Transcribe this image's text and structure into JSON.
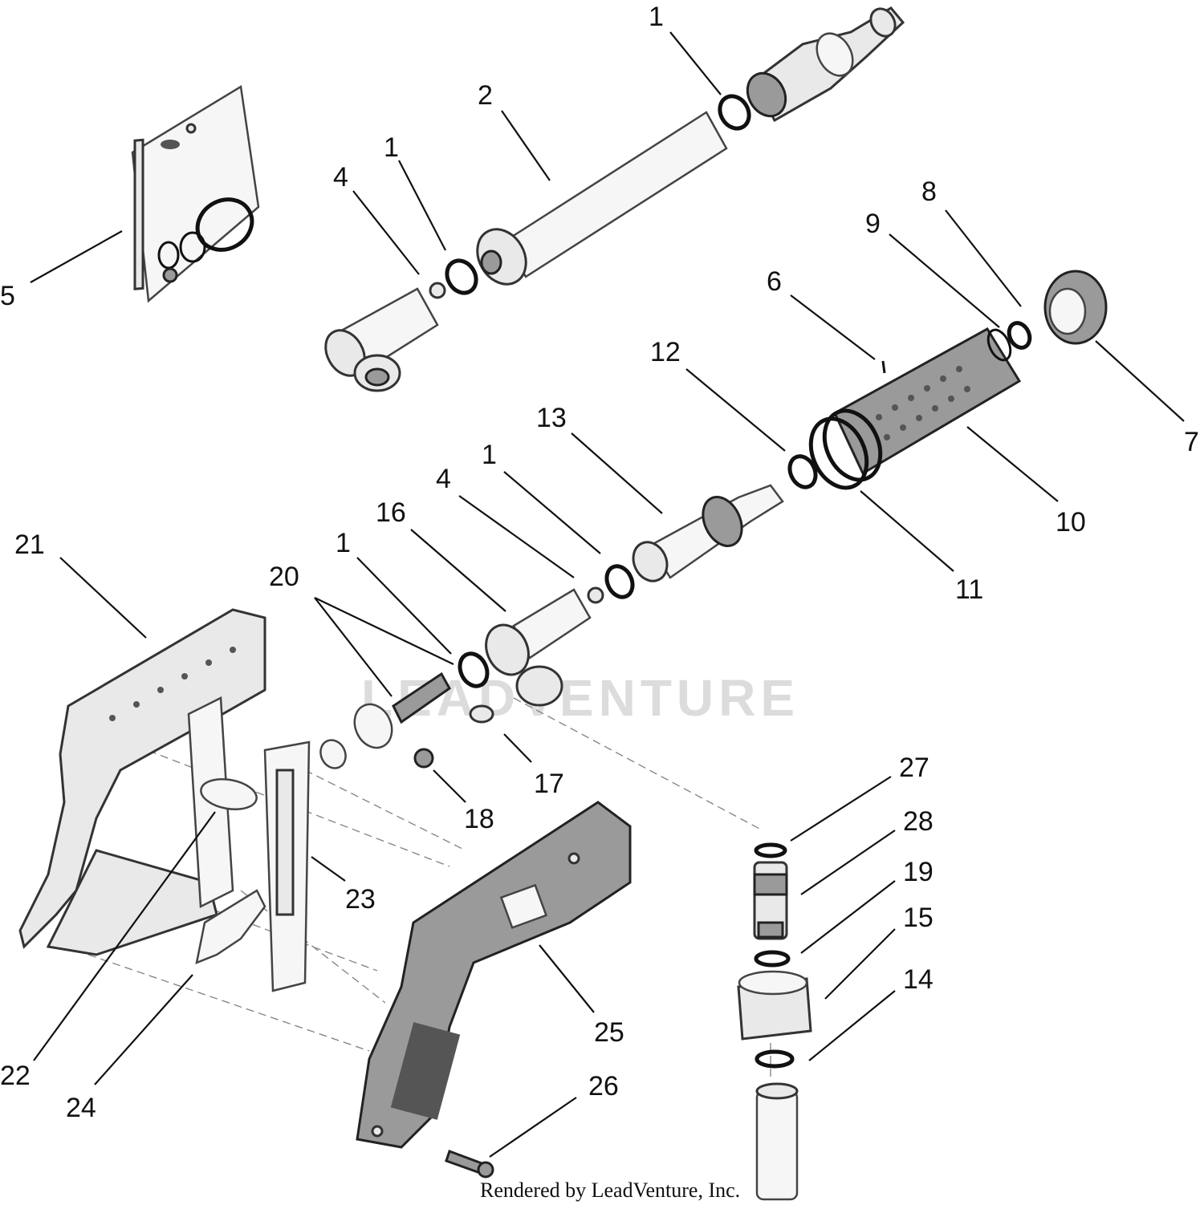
{
  "credit": "Rendered by LeadVenture, Inc.",
  "watermark": "LEADVENTURE",
  "callouts": [
    {
      "id": "c1a",
      "label": "1"
    },
    {
      "id": "c2",
      "label": "2"
    },
    {
      "id": "c1b",
      "label": "1"
    },
    {
      "id": "c4a",
      "label": "4"
    },
    {
      "id": "c5",
      "label": "5"
    },
    {
      "id": "c8",
      "label": "8"
    },
    {
      "id": "c9",
      "label": "9"
    },
    {
      "id": "c6",
      "label": "6"
    },
    {
      "id": "c12",
      "label": "12"
    },
    {
      "id": "c7",
      "label": "7"
    },
    {
      "id": "c13",
      "label": "13"
    },
    {
      "id": "c1c",
      "label": "1"
    },
    {
      "id": "c4b",
      "label": "4"
    },
    {
      "id": "c16",
      "label": "16"
    },
    {
      "id": "c10",
      "label": "10"
    },
    {
      "id": "c21",
      "label": "21"
    },
    {
      "id": "c1d",
      "label": "1"
    },
    {
      "id": "c20",
      "label": "20"
    },
    {
      "id": "c11",
      "label": "11"
    },
    {
      "id": "c27",
      "label": "27"
    },
    {
      "id": "c17",
      "label": "17"
    },
    {
      "id": "c18",
      "label": "18"
    },
    {
      "id": "c28",
      "label": "28"
    },
    {
      "id": "c19",
      "label": "19"
    },
    {
      "id": "c23",
      "label": "23"
    },
    {
      "id": "c15",
      "label": "15"
    },
    {
      "id": "c14",
      "label": "14"
    },
    {
      "id": "c25",
      "label": "25"
    },
    {
      "id": "c22",
      "label": "22"
    },
    {
      "id": "c26",
      "label": "26"
    },
    {
      "id": "c24",
      "label": "24"
    }
  ]
}
